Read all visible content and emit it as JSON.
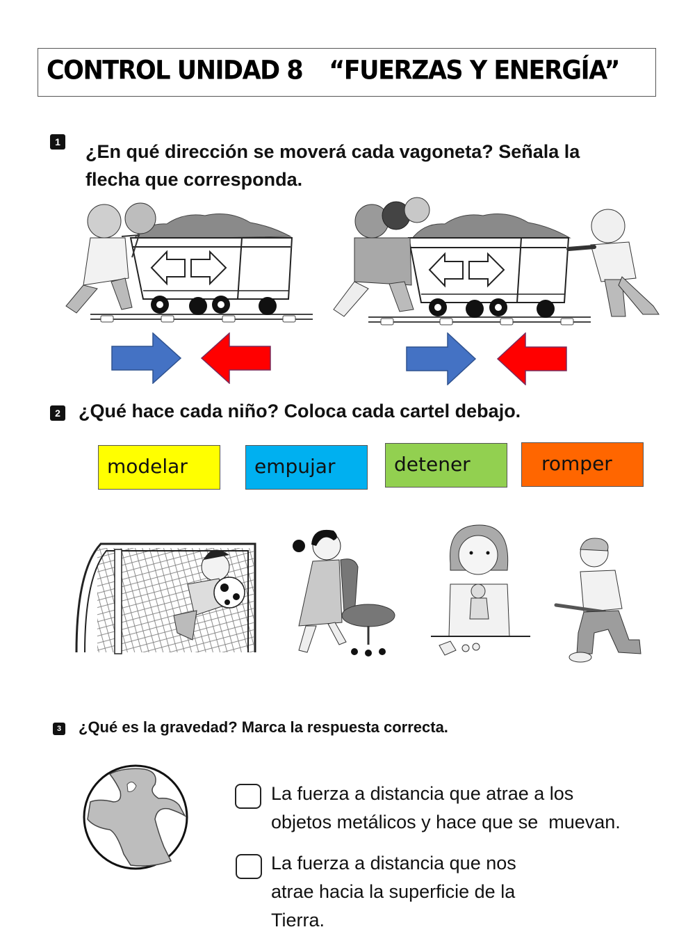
{
  "header": {
    "title_left": "CONTROL UNIDAD 8",
    "title_right": "“FUERZAS Y ENERGÍA”"
  },
  "question1": {
    "number": "1",
    "prompt_line1": "¿En qué dirección se moverá cada vagoneta? Señala la",
    "prompt_line2": "flecha que corresponda.",
    "scenes": [
      {
        "description": "Two children push a loaded mine cart from the left",
        "choices": [
          {
            "icon": "arrow-right-icon",
            "direction": "right",
            "color": "#4472C4"
          },
          {
            "icon": "arrow-left-icon",
            "direction": "left",
            "color": "#FF0000"
          }
        ]
      },
      {
        "description": "Three children push from the left and one child pushes from the right",
        "choices": [
          {
            "icon": "arrow-right-icon",
            "direction": "right",
            "color": "#4472C4"
          },
          {
            "icon": "arrow-left-icon",
            "direction": "left",
            "color": "#FF0000"
          }
        ]
      }
    ]
  },
  "question2": {
    "number": "2",
    "prompt": "¿Qué hace cada niño? Coloca cada cartel debajo.",
    "labels": [
      {
        "text": "modelar",
        "color": "#FFFF00"
      },
      {
        "text": "empujar",
        "color": "#00B0F0"
      },
      {
        "text": "detener",
        "color": "#92D050"
      },
      {
        "text": "romper",
        "color": "#FF6600"
      }
    ],
    "pictures": [
      "Boy goalkeeper stopping a soccer ball",
      "Girl pushing an office chair",
      "Girl modelling a clay figure",
      "Boy breaking a stick over his knee"
    ]
  },
  "question3": {
    "number": "3",
    "prompt": "¿Qué es la gravedad? Marca la respuesta correcta.",
    "options": [
      {
        "line1": "La fuerza a distancia que atrae a los",
        "line2": "objetos metálicos y hace que se  muevan.",
        "line3": ""
      },
      {
        "line1": "La fuerza a distancia que nos",
        "line2": "atrae hacia la superficie de la",
        "line3": "Tierra."
      }
    ]
  }
}
